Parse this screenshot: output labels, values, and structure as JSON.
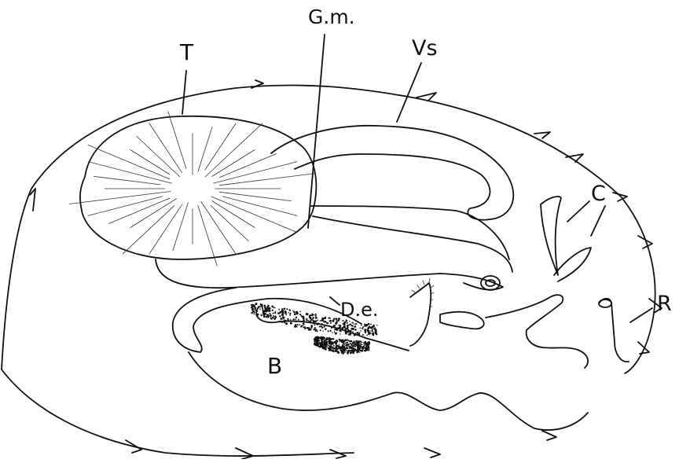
{
  "diagram": {
    "labels": {
      "T": "T",
      "Gm": "G.m.",
      "Vs": "Vs",
      "C": "C",
      "R": "R",
      "De": "D.e.",
      "B": "B"
    },
    "colors": {
      "ink": "#111111",
      "background": "#ffffff"
    }
  }
}
